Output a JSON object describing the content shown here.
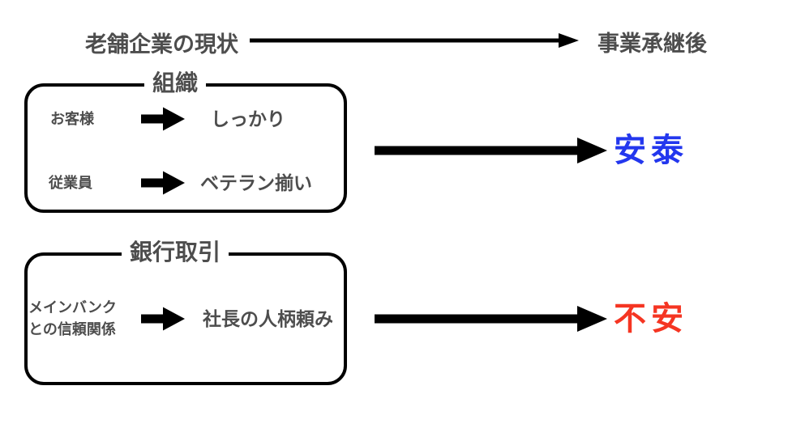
{
  "colors": {
    "label_gray": "#4d4d4d",
    "arrow_black": "#000000",
    "outcome_positive_blue": "#2337ee",
    "outcome_negative_red": "#f53522"
  },
  "header": {
    "left_title": "老舗企業の現状",
    "right_title": "事業承継後"
  },
  "sections": [
    {
      "box_title": "組織",
      "rows": [
        {
          "source": "お客様",
          "result": "しっかり"
        },
        {
          "source": "従業員",
          "result": "ベテラン揃い"
        }
      ],
      "outcome": "安泰"
    },
    {
      "box_title": "銀行取引",
      "rows": [
        {
          "source": "メインバンク\nとの信頼関係",
          "result": "社長の人柄頼み"
        }
      ],
      "outcome": "不安"
    }
  ]
}
